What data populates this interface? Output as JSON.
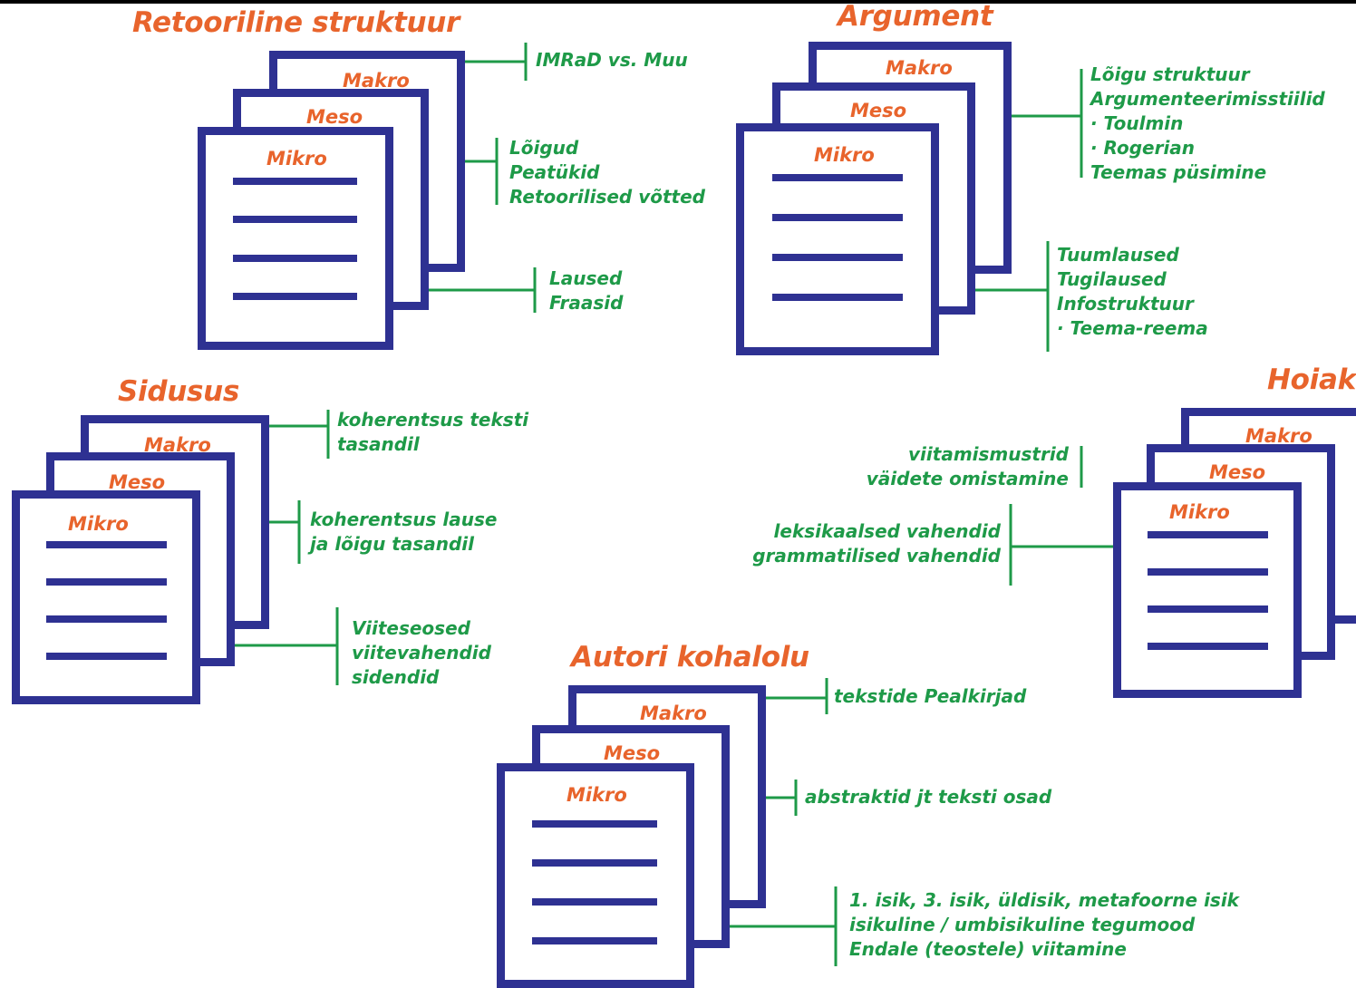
{
  "labels": {
    "makro": "Makro",
    "meso": "Meso",
    "mikro": "Mikro"
  },
  "colors": {
    "title": "#E8642C",
    "doc_border": "#2E3192",
    "note": "#1E9A48",
    "connector": "#1E9A48"
  },
  "groups": {
    "retooriline": {
      "title": "Retooriline struktuur",
      "makro_notes": [
        "IMRaD vs. Muu"
      ],
      "meso_notes": [
        "Lõigud",
        "Peatükid",
        "Retoorilised võtted"
      ],
      "mikro_notes": [
        "Laused",
        "Fraasid"
      ]
    },
    "argument": {
      "title": "Argument",
      "makro_meso_notes": [
        "Lõigu struktuur",
        "Argumenteerimisstiilid",
        "· Toulmin",
        "· Rogerian",
        "Teemas püsimine"
      ],
      "mikro_notes": [
        "Tuumlaused",
        "Tugilaused",
        "Infostruktuur",
        "· Teema-reema"
      ]
    },
    "sidusus": {
      "title": "Sidusus",
      "makro_notes": [
        "koherentsus teksti",
        "tasandil"
      ],
      "meso_notes": [
        "koherentsus lause",
        "ja lõigu tasandil"
      ],
      "mikro_notes": [
        "Viiteseosed",
        "viitevahendid",
        "sidendid"
      ]
    },
    "hoiak": {
      "title": "Hoiak",
      "makro_notes": [
        "viitamismustrid",
        "väidete omistamine"
      ],
      "mikro_notes": [
        "leksikaalsed vahendid",
        "grammatilised vahendid"
      ]
    },
    "autor": {
      "title": "Autori kohalolu",
      "makro_notes": [
        "tekstide Pealkirjad"
      ],
      "meso_notes": [
        "abstraktid jt teksti osad"
      ],
      "mikro_notes": [
        "1. isik, 3. isik, üldisik, metafoorne isik",
        "isikuline / umbisikuline tegumood",
        "Endale (teostele) viitamine"
      ]
    }
  }
}
